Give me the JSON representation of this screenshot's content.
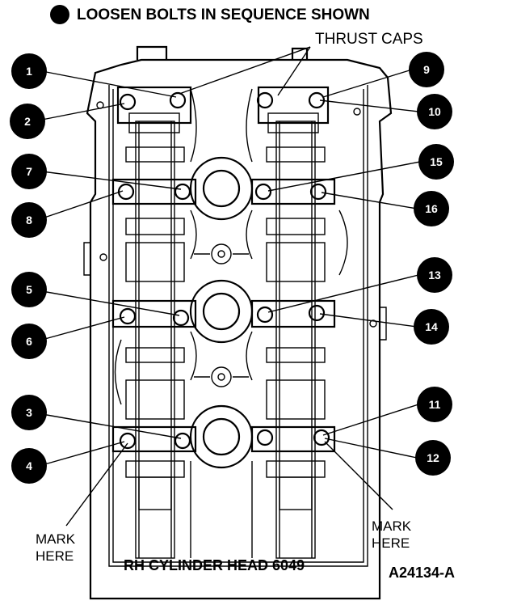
{
  "header": {
    "text": "LOOSEN BOLTS IN SEQUENCE SHOWN"
  },
  "thrust_label": "THRUST CAPS",
  "mark_left": [
    "MARK",
    "HERE"
  ],
  "mark_right": [
    "MARK",
    "HERE"
  ],
  "footer_title": "RH CYLINDER HEAD 6049",
  "figure_id": "A24134-A",
  "callouts": [
    {
      "n": "1"
    },
    {
      "n": "2"
    },
    {
      "n": "3"
    },
    {
      "n": "4"
    },
    {
      "n": "5"
    },
    {
      "n": "6"
    },
    {
      "n": "7"
    },
    {
      "n": "8"
    },
    {
      "n": "9"
    },
    {
      "n": "10"
    },
    {
      "n": "11"
    },
    {
      "n": "12"
    },
    {
      "n": "13"
    },
    {
      "n": "14"
    },
    {
      "n": "15"
    },
    {
      "n": "16"
    }
  ]
}
